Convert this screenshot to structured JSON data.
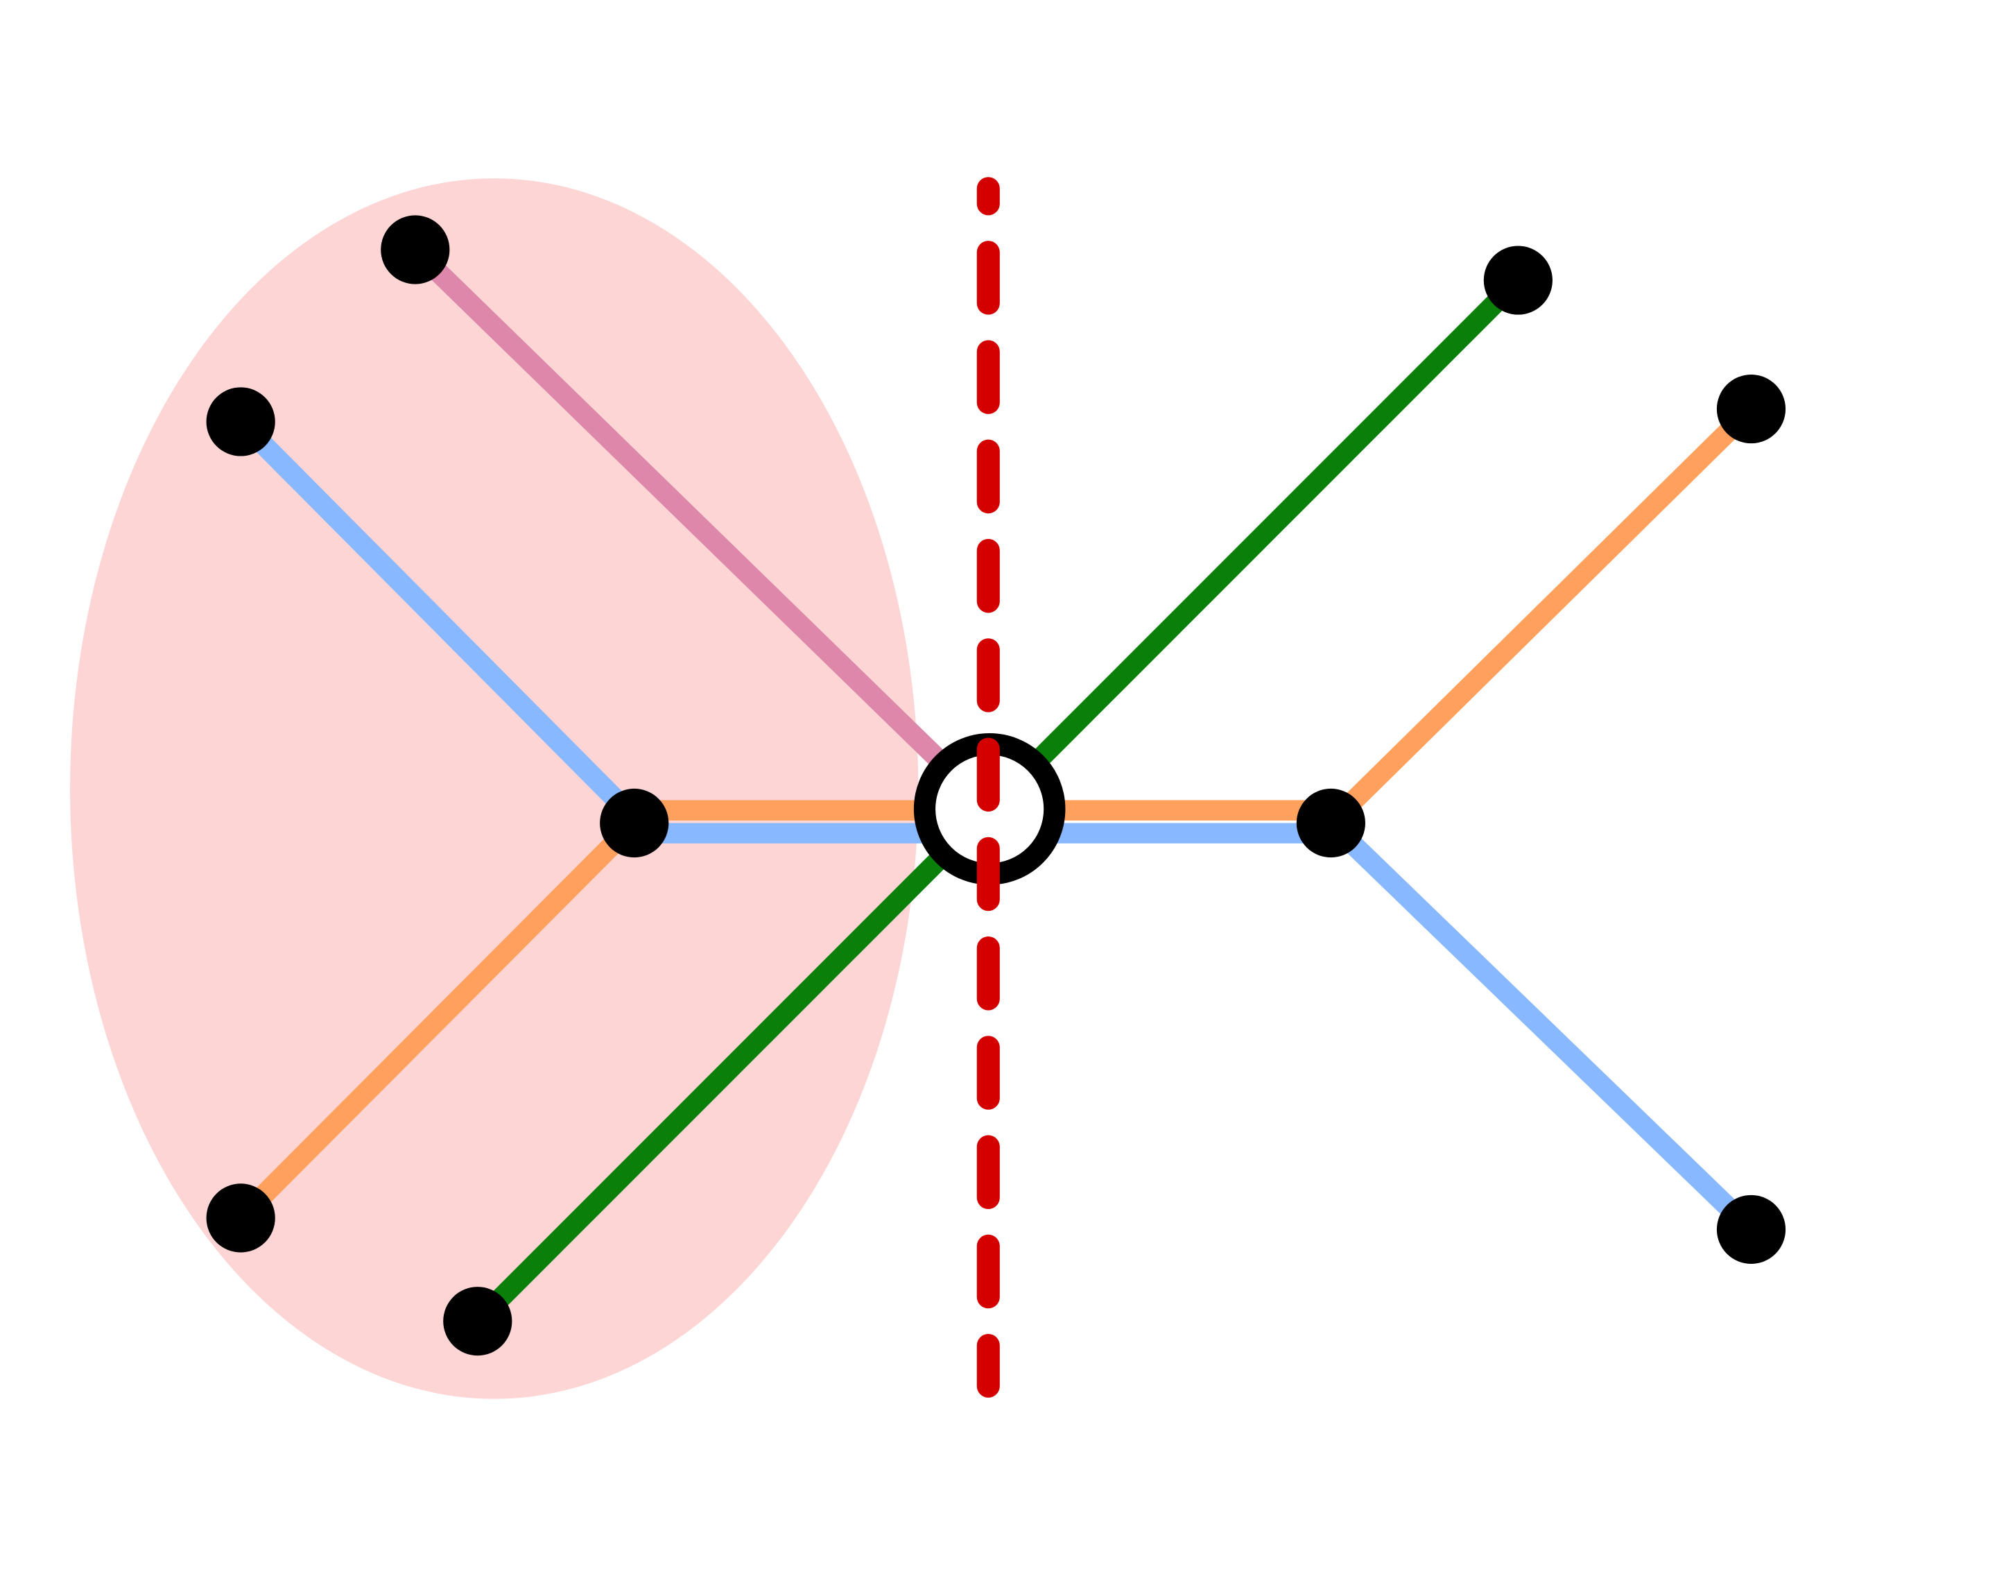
{
  "diagram": {
    "kind": "graph-separator",
    "colors": {
      "region": "#fdd5d5",
      "edge_pink": "#dd88aa",
      "edge_blue": "#88b8ff",
      "edge_orange": "#ffa05c",
      "edge_green": "#0a800a",
      "separator": "#d40000",
      "node": "#000000",
      "highlight_node_fill": "#ffffff"
    },
    "node_count": 10,
    "highlighted_nodes": 1
  }
}
